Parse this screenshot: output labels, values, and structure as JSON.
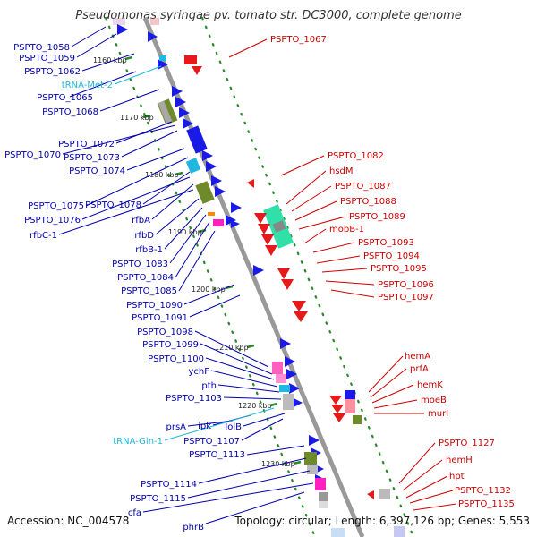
{
  "title": "Pseudomonas syringae pv. tomato str. DC3000, complete genome",
  "footer": {
    "accession": "Accession: NC_004578",
    "topology": "Topology: circular; Length: 6,397,126 bp; Genes: 5,553"
  },
  "colors": {
    "left_label": "#0000aa",
    "trna_label": "#1fb8d8",
    "right_label": "#cc0000",
    "backbone": "#999999",
    "ticks": "#2a8a2a",
    "blue_gene": "#1a1ae6",
    "red_gene": "#e61a1a"
  },
  "kbp_ticks": [
    {
      "label": "1160 kbp"
    },
    {
      "label": "1170 kbp"
    },
    {
      "label": "1180 kbp"
    },
    {
      "label": "1190 kbp"
    },
    {
      "label": "1200 kbp"
    },
    {
      "label": "1210 kbp"
    },
    {
      "label": "1220 kbp"
    },
    {
      "label": "1230 kbp"
    }
  ],
  "left_labels": [
    {
      "text": "PSPTO_1058",
      "type": "gene"
    },
    {
      "text": "PSPTO_1059",
      "type": "gene"
    },
    {
      "text": "PSPTO_1062",
      "type": "gene"
    },
    {
      "text": "tRNA-Met-2",
      "type": "trna"
    },
    {
      "text": "PSPTO_1065",
      "type": "gene"
    },
    {
      "text": "PSPTO_1068",
      "type": "gene"
    },
    {
      "text": "PSPTO_1072",
      "type": "gene"
    },
    {
      "text": "PSPTO_1070",
      "type": "gene"
    },
    {
      "text": "PSPTO_1073",
      "type": "gene"
    },
    {
      "text": "PSPTO_1074",
      "type": "gene"
    },
    {
      "text": "PSPTO_1075",
      "type": "gene"
    },
    {
      "text": "PSPTO_1078",
      "type": "gene"
    },
    {
      "text": "PSPTO_1076",
      "type": "gene"
    },
    {
      "text": "rfbA",
      "type": "gene"
    },
    {
      "text": "rfbC-1",
      "type": "gene"
    },
    {
      "text": "rfbD",
      "type": "gene"
    },
    {
      "text": "rfbB-1",
      "type": "gene"
    },
    {
      "text": "PSPTO_1083",
      "type": "gene"
    },
    {
      "text": "PSPTO_1084",
      "type": "gene"
    },
    {
      "text": "PSPTO_1085",
      "type": "gene"
    },
    {
      "text": "PSPTO_1090",
      "type": "gene"
    },
    {
      "text": "PSPTO_1091",
      "type": "gene"
    },
    {
      "text": "PSPTO_1098",
      "type": "gene"
    },
    {
      "text": "PSPTO_1099",
      "type": "gene"
    },
    {
      "text": "PSPTO_1100",
      "type": "gene"
    },
    {
      "text": "ychF",
      "type": "gene"
    },
    {
      "text": "pth",
      "type": "gene"
    },
    {
      "text": "PSPTO_1103",
      "type": "gene"
    },
    {
      "text": "prsA",
      "type": "gene"
    },
    {
      "text": "ipk",
      "type": "gene"
    },
    {
      "text": "lolB",
      "type": "gene"
    },
    {
      "text": "tRNA-Gln-1",
      "type": "trna"
    },
    {
      "text": "PSPTO_1107",
      "type": "gene"
    },
    {
      "text": "PSPTO_1113",
      "type": "gene"
    },
    {
      "text": "PSPTO_1114",
      "type": "gene"
    },
    {
      "text": "PSPTO_1115",
      "type": "gene"
    },
    {
      "text": "cfa",
      "type": "gene"
    },
    {
      "text": "phrB",
      "type": "gene"
    }
  ],
  "right_labels": [
    {
      "text": "PSPTO_1067"
    },
    {
      "text": "PSPTO_1082"
    },
    {
      "text": "hsdM"
    },
    {
      "text": "PSPTO_1087"
    },
    {
      "text": "PSPTO_1088"
    },
    {
      "text": "PSPTO_1089"
    },
    {
      "text": "mobB-1"
    },
    {
      "text": "PSPTO_1093"
    },
    {
      "text": "PSPTO_1094"
    },
    {
      "text": "PSPTO_1095"
    },
    {
      "text": "PSPTO_1096"
    },
    {
      "text": "PSPTO_1097"
    },
    {
      "text": "hemA"
    },
    {
      "text": "prfA"
    },
    {
      "text": "hemK"
    },
    {
      "text": "moeB"
    },
    {
      "text": "murI"
    },
    {
      "text": "PSPTO_1127"
    },
    {
      "text": "hemH"
    },
    {
      "text": "hpt"
    },
    {
      "text": "PSPTO_1132"
    },
    {
      "text": "PSPTO_1135"
    }
  ]
}
